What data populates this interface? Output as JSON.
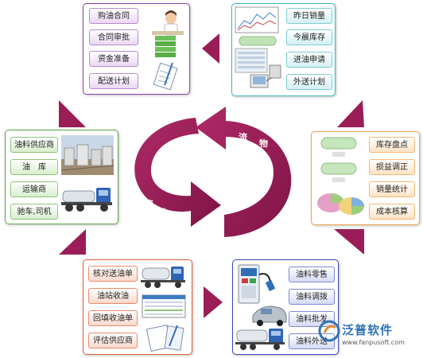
{
  "panels": {
    "purchase": {
      "items": [
        "购油合同",
        "合同审批",
        "资金准备",
        "配送计划"
      ]
    },
    "sales": {
      "items": [
        "昨日销量",
        "今晨库存",
        "进油申请",
        "外送计划"
      ]
    },
    "supply": {
      "items": [
        "油料供应商",
        "油　库",
        "运输商",
        "驰车,司机"
      ]
    },
    "inventory": {
      "items": [
        "库存盘点",
        "损益调正",
        "销量统计",
        "成本核算"
      ]
    },
    "receiving": {
      "items": [
        "核对送油单",
        "油站收油",
        "回填收油单",
        "评估供应商"
      ]
    },
    "distribution": {
      "items": [
        "油料零售",
        "油料调拨",
        "油料批发",
        "油料外送"
      ]
    }
  },
  "cycle": {
    "flow_chars": [
      "流",
      "物"
    ],
    "fund_chars": [
      "资",
      "金",
      "流"
    ]
  },
  "logo": {
    "name": "泛普软件",
    "url": "www.fanpusoft.com"
  },
  "colors": {
    "arrow": "#9b1d58",
    "purple": "#8e3fae",
    "teal": "#3cbac4",
    "green": "#5fa84a",
    "orange": "#f0a550",
    "red": "#e8623a",
    "blue": "#3a47b8"
  }
}
